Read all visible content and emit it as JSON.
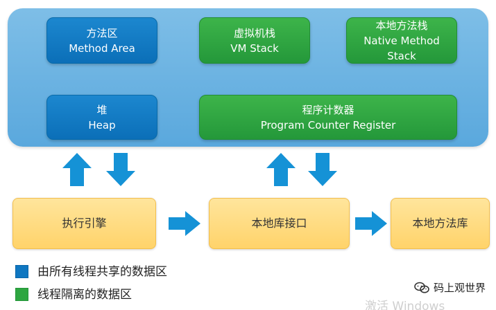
{
  "diagram": {
    "memory_areas": {
      "method_area": {
        "line1": "方法区",
        "line2": "Method Area"
      },
      "vm_stack": {
        "line1": "虚拟机栈",
        "line2": "VM Stack"
      },
      "native_method_stack": {
        "line1": "本地方法栈",
        "line2": "Native Method",
        "line3": "Stack"
      },
      "heap": {
        "line1": "堆",
        "line2": "Heap"
      },
      "program_counter": {
        "line1": "程序计数器",
        "line2": "Program Counter Register"
      }
    },
    "components": {
      "execution_engine": "执行引擎",
      "native_interface": "本地库接口",
      "native_library": "本地方法库"
    },
    "colors": {
      "runtime_area": "#6db3e2",
      "shared": "#0f77c1",
      "isolated": "#2ea641",
      "component": "#ffdc86",
      "arrow": "#1592d6"
    }
  },
  "legend": {
    "shared": "由所有线程共享的数据区",
    "isolated": "线程隔离的数据区"
  },
  "watermark": {
    "icon": "wechat-icon",
    "text": "码上观世界"
  },
  "system_overlay": {
    "text": "激活 Windows"
  }
}
